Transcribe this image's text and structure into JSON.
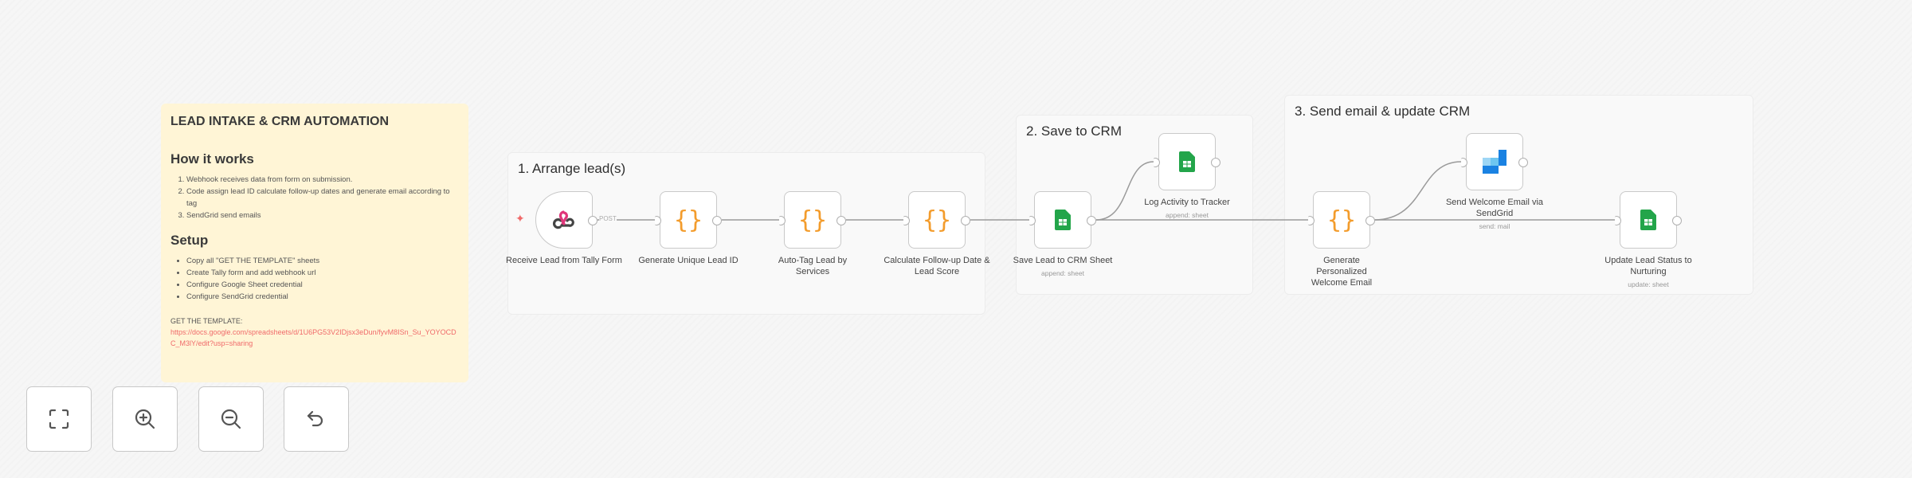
{
  "sticky": {
    "title": "LEAD INTAKE & CRM AUTOMATION",
    "how_title": "How it works",
    "how_steps": [
      "Webhook receives data from form on submission.",
      "Code assign lead ID calculate follow-up dates and generate email according to tag",
      "SendGrid send emails"
    ],
    "setup_title": "Setup",
    "setup_items": [
      "Copy all \"GET THE TEMPLATE\" sheets",
      "Create Tally form and add webhook url",
      "Configure Google Sheet credential",
      "Configure SendGrid credential"
    ],
    "template_label": "GET THE TEMPLATE:",
    "template_link": "https://docs.google.com/spreadsheets/d/1U6PG53V2IDjsx3eDun/fyvM8ISn_Su_YOYOCDC_M3lY/edit?usp=sharing"
  },
  "groups": [
    {
      "title": "1. Arrange lead(s)"
    },
    {
      "title": "2. Save to CRM"
    },
    {
      "title": "3. Send email & update CRM"
    }
  ],
  "nodes": [
    {
      "label": "Receive Lead from Tally Form",
      "icon": "webhook-icon",
      "sub": ""
    },
    {
      "label": "Generate Unique Lead ID",
      "icon": "code-icon",
      "sub": ""
    },
    {
      "label": "Auto-Tag Lead by Services",
      "icon": "code-icon",
      "sub": ""
    },
    {
      "label": "Calculate Follow-up Date & Lead Score",
      "icon": "code-icon",
      "sub": ""
    },
    {
      "label": "Save Lead to CRM Sheet",
      "icon": "google-sheets-icon",
      "sub": "append: sheet"
    },
    {
      "label": "Log Activity to Tracker",
      "icon": "google-sheets-icon",
      "sub": "append: sheet"
    },
    {
      "label": "Generate Personalized Welcome Email",
      "icon": "code-icon",
      "sub": ""
    },
    {
      "label": "Send Welcome Email via SendGrid",
      "icon": "sendgrid-icon",
      "sub": "send: mail"
    },
    {
      "label": "Update Lead Status to Nurturing",
      "icon": "google-sheets-icon",
      "sub": "update: sheet"
    }
  ],
  "edge_labels": {
    "webhook_method": "POST"
  },
  "colors": {
    "sticky_bg": "#fff5d6",
    "code": "#f39c2c",
    "sheets": "#23a54a",
    "sendgrid": "#1a82e2",
    "link": "#f06a6a",
    "trigger": "#f06a6a"
  },
  "controls": [
    {
      "name": "fit-view",
      "icon": "fit-view-icon"
    },
    {
      "name": "zoom-in",
      "icon": "zoom-in-icon"
    },
    {
      "name": "zoom-out",
      "icon": "zoom-out-icon"
    },
    {
      "name": "reset-zoom",
      "icon": "undo-icon"
    }
  ]
}
